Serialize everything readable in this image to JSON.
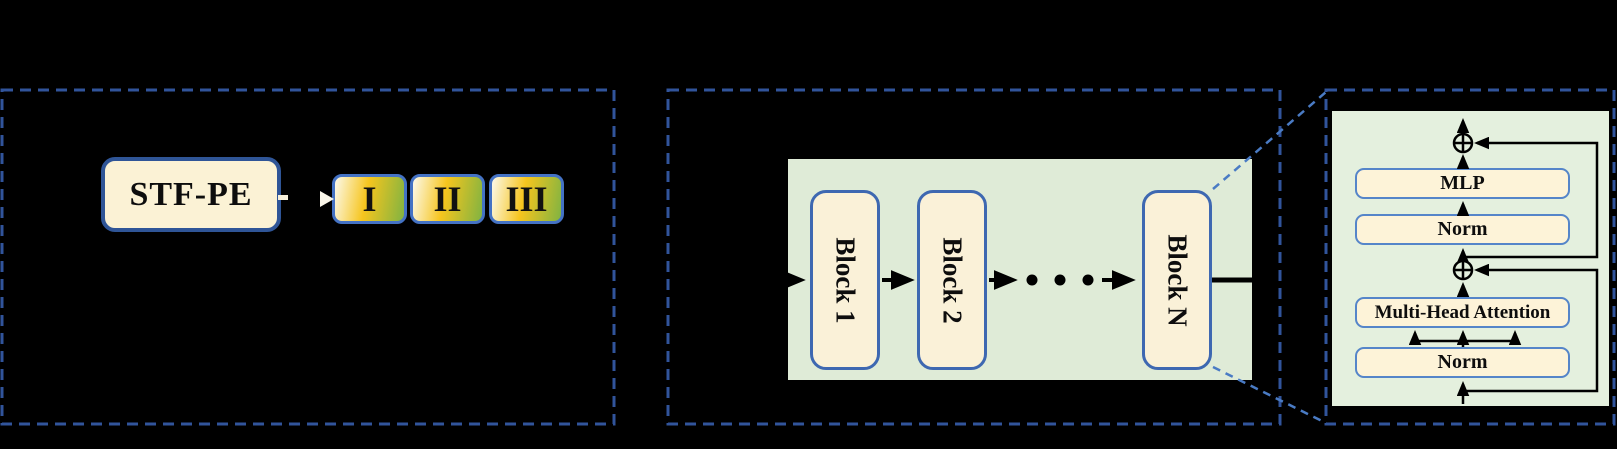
{
  "figure": {
    "left_panel": {
      "module_label": "STF-PE",
      "stages": [
        "I",
        "II",
        "III"
      ]
    },
    "encoder_panel": {
      "blocks": [
        "Block 1",
        "Block 2",
        "Block N"
      ]
    },
    "detail_panel": {
      "mlp": "MLP",
      "norm_upper": "Norm",
      "attention": "Multi-Head Attention",
      "norm_lower": "Norm"
    }
  },
  "colors": {
    "background": "#000000",
    "dashed_border_blue": "#31549B",
    "diagonal_dash_blue": "#4A7BC4",
    "box_border_dark_blue": "#2F5597",
    "box_border_blue": "#4472C4",
    "block_border_blue": "#3E68B1",
    "layer_border_blue": "#5585C9",
    "cream_fill": "#FBF2D5",
    "panel_green_mid": "#DFEBD7",
    "panel_green_detail": "#E4F0DE",
    "gradient_gold": "#F6C51E",
    "gradient_green": "#85B440",
    "line_black": "#000000"
  }
}
